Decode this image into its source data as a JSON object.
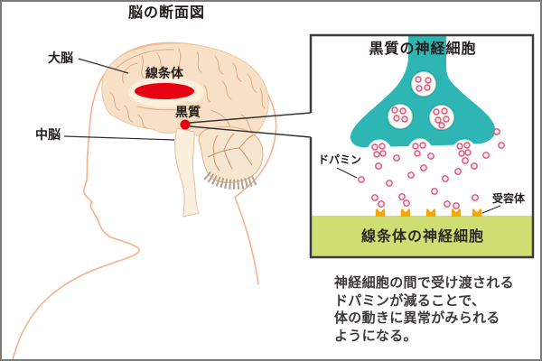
{
  "title": "脳の断面図",
  "brain": {
    "label_cerebrum": "大脳",
    "label_striatum": "線条体",
    "label_substantia_nigra": "黒質",
    "label_midbrain": "中脳"
  },
  "inset": {
    "title": "黒質の神経細胞",
    "label_dopamine": "ドパミン",
    "label_receptor": "受容体",
    "label_striatum_neuron": "線条体の神経細胞"
  },
  "caption": {
    "line1": "神経細胞の間で受け渡される",
    "line2": "ドパミンが減ることで、",
    "line3": "体の動きに異常がみられる",
    "line4": "ようになる。"
  },
  "colors": {
    "highlight_red": "#e60012",
    "neuron_teal": "#2db6b3",
    "striatum_band_green": "#cede72",
    "receptor_orange": "#f7a600",
    "dopamine_pink": "#e0547a",
    "head_outline_peach": "#f4b28e"
  }
}
